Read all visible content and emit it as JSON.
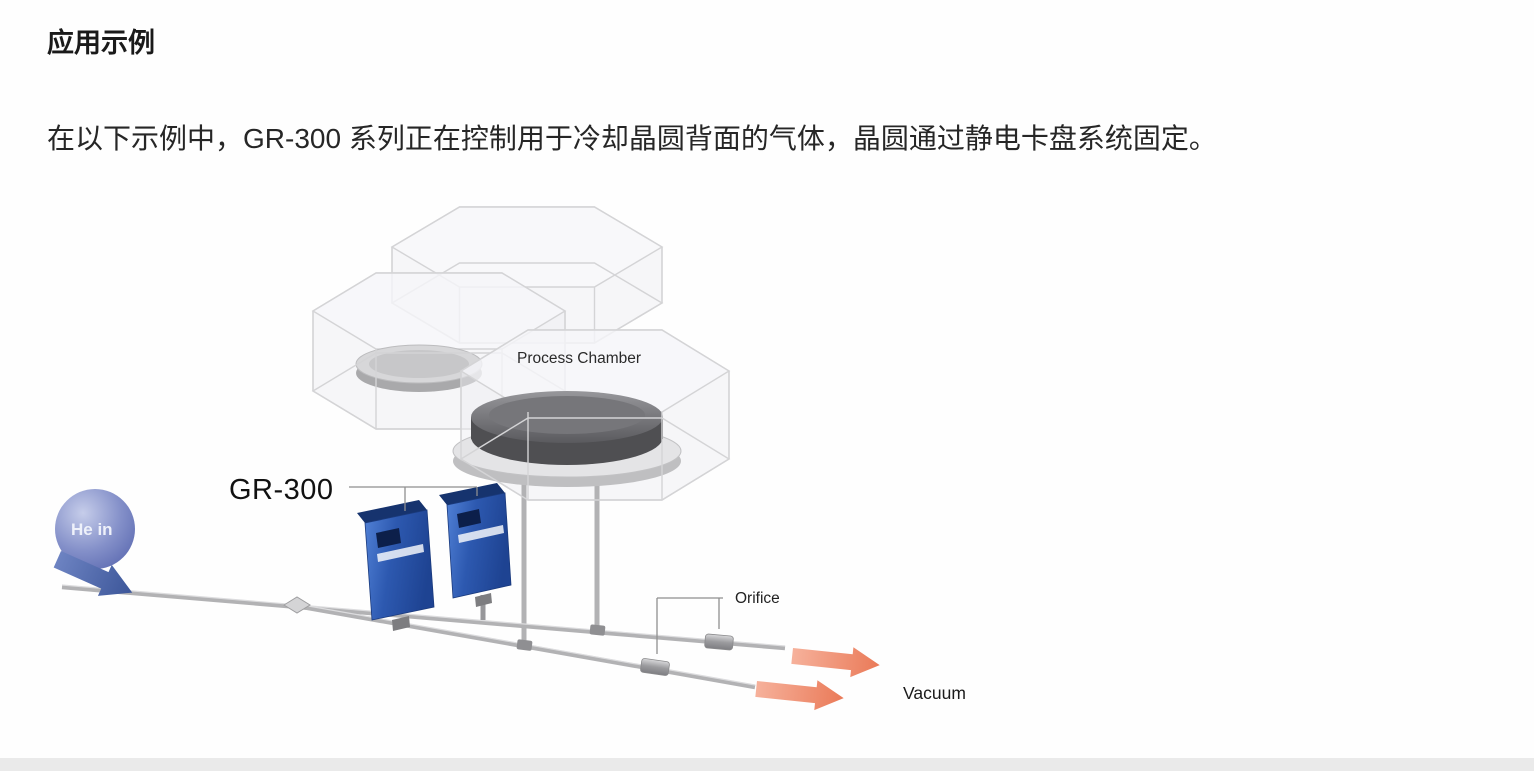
{
  "page": {
    "heading": "应用示例",
    "body_text": "在以下示例中，GR-300 系列正在控制用于冷却晶圆背面的气体，晶圆通过静电卡盘系统固定。"
  },
  "diagram": {
    "labels": {
      "process_chamber": "Process Chamber",
      "controller": "GR-300",
      "inlet": "He in",
      "orifice": "Orifice",
      "outlet": "Vacuum"
    },
    "colors": {
      "controller_body": "#2b57ae",
      "controller_top": "#16336e",
      "inlet_sphere": "#6b79bd",
      "inlet_arrow": "#4a66ad",
      "vacuum_arrow": "#ee8a6d",
      "pipe": "#b2b2b4",
      "chamber_outline": "#d4d4d6",
      "chuck_dark": "#4f4f52"
    }
  }
}
